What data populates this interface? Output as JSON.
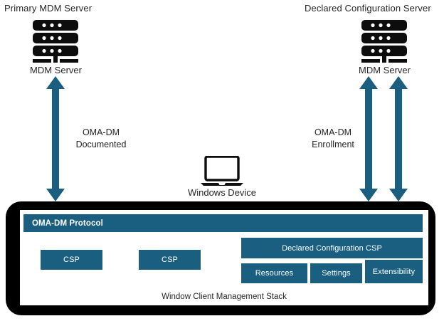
{
  "diagram": {
    "title_left": "Primary MDM Server",
    "title_right": "Declared Configuration Server",
    "left_server_caption": "MDM Server",
    "right_server_caption": "MDM Server",
    "device_caption": "Windows  Device",
    "left_connector": {
      "line1": "OMA-DM",
      "line2": "Documented"
    },
    "right_connector": {
      "line1": "OMA-DM",
      "line2": "Enrollment"
    },
    "stack": {
      "protocol_bar": "OMA-DM Protocol",
      "csp_left": "CSP",
      "csp_middle": "CSP",
      "declared_config_csp": "Declared Configuration CSP",
      "sub_boxes": [
        "Resources",
        "Settings",
        "Extensibility"
      ],
      "caption": "Window Client Management Stack"
    },
    "colors": {
      "accent_teal": "#1a5f80",
      "container_black": "#000000",
      "text": "#262626",
      "surface_white": "#ffffff"
    },
    "icons": {
      "server": "server-rack-icon",
      "device": "laptop-icon",
      "connector": "double-headed-arrow-icon"
    }
  }
}
